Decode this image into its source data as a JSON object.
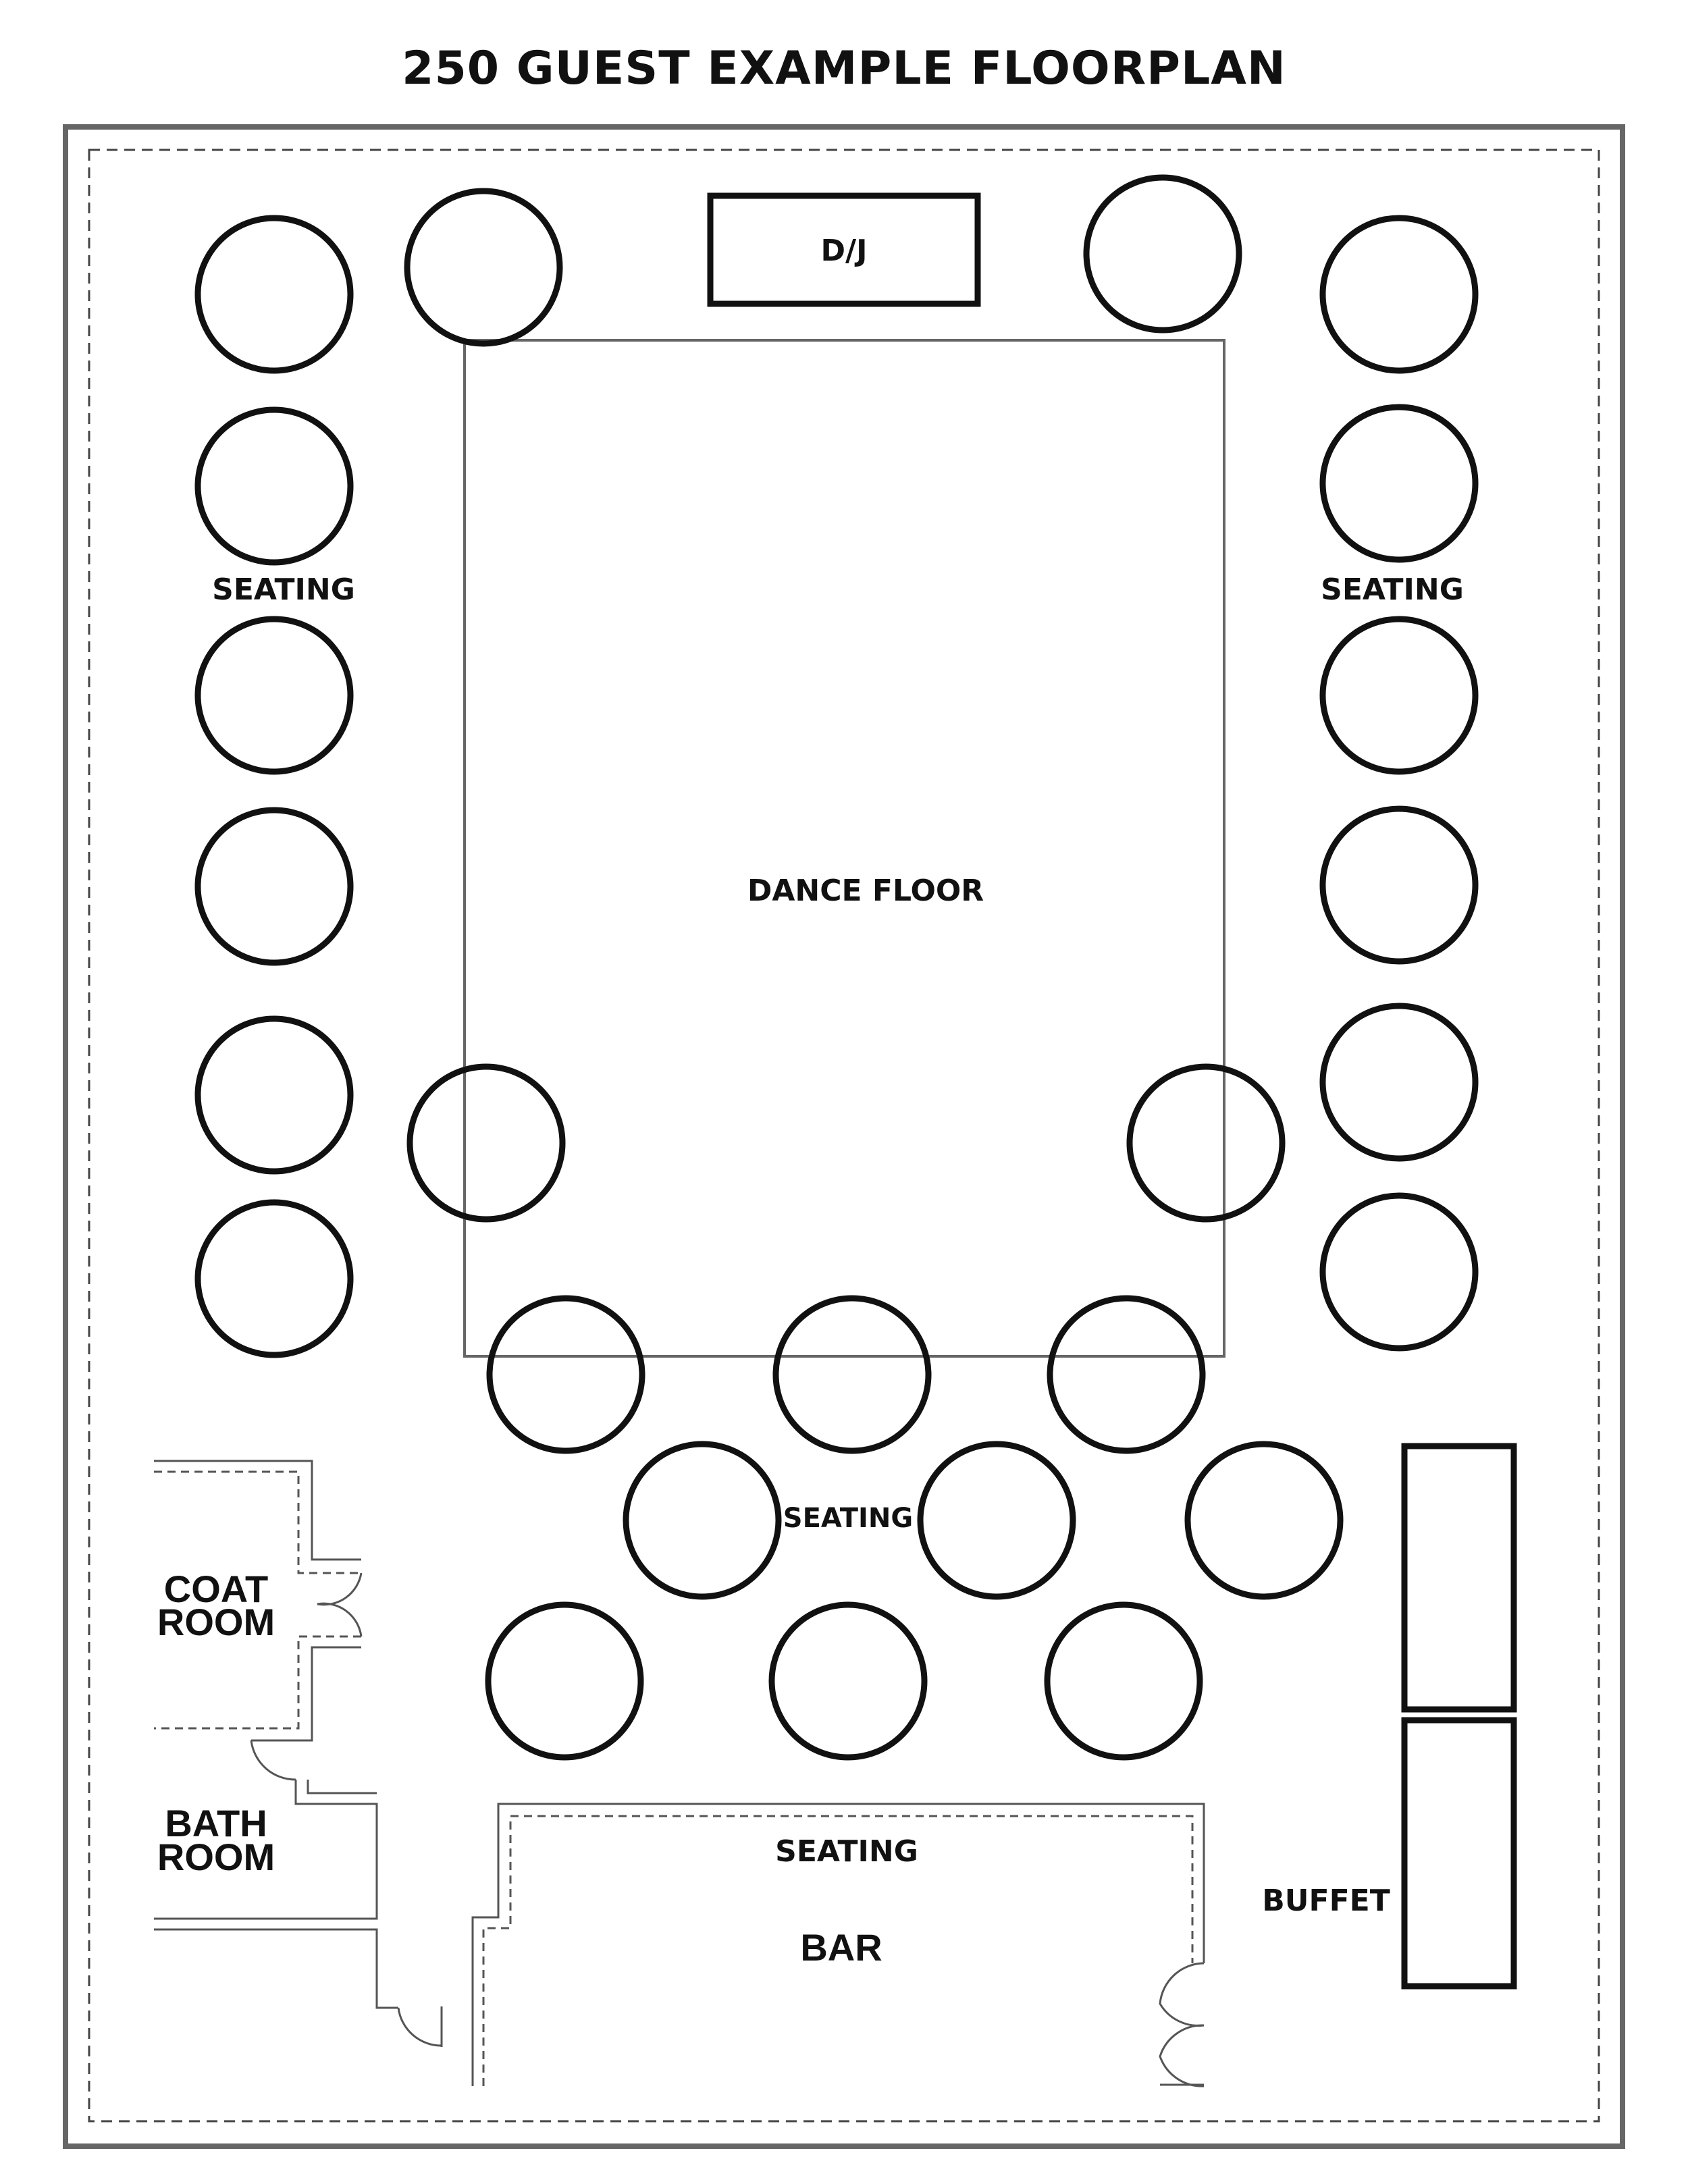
{
  "title": "250 GUEST EXAMPLE FLOORPLAN",
  "labels": {
    "dj": "D/J",
    "dance_floor": "DANCE FLOOR",
    "seating_left": "SEATING",
    "seating_right": "SEATING",
    "seating_center": "SEATING",
    "seating_bar": "SEATING",
    "bar": "BAR",
    "buffet": "BUFFET",
    "coat_room_line1": "COAT",
    "coat_room_line2": "ROOM",
    "bath_room_line1": "BATH",
    "bath_room_line2": "ROOM"
  },
  "colors": {
    "ink": "#111111",
    "wall": "#666666",
    "thin": "#555555"
  }
}
